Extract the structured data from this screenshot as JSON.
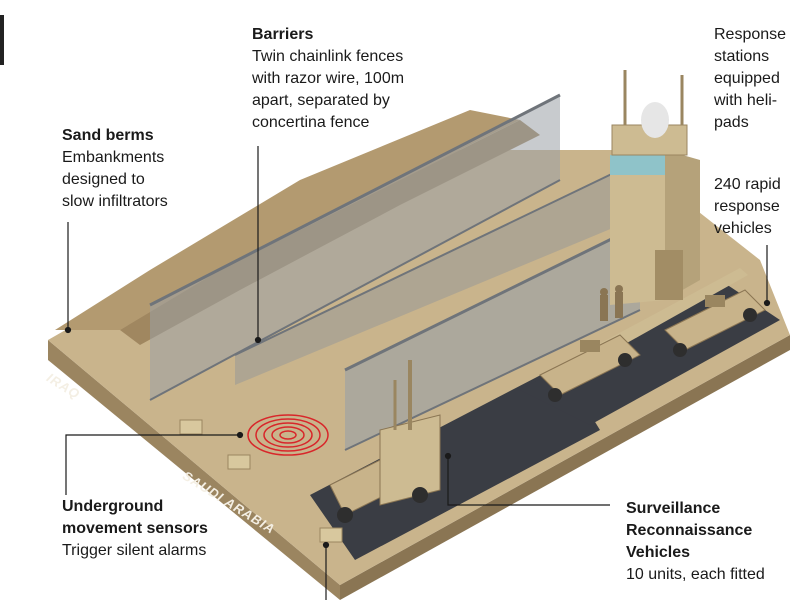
{
  "labels": {
    "barriers": {
      "heading": "Barriers",
      "body": "Twin chainlink fences\nwith razor wire, 100m\napart, separated by\nconcertina fence"
    },
    "sand_berms": {
      "heading": "Sand berms",
      "body": "Embankments\ndesigned to\nslow infiltrators"
    },
    "response_stations": {
      "body": "Response\nstations\nequipped\nwith heli-\npads"
    },
    "rapid_response": {
      "body": "240 rapid\nresponse\nvehicles"
    },
    "underground_sensors": {
      "heading": "Underground\nmovement sensors",
      "body": "Trigger silent alarms"
    },
    "surveillance_vehicles": {
      "heading": "Surveillance\nReconnaissance\nVehicles",
      "body": "10 units, each fitted"
    }
  },
  "ground": {
    "iraq": "IRAQ",
    "saudi": "SAUDI ARABIA"
  },
  "colors": {
    "sand": "#c9b48c",
    "sand_dark": "#a8916a",
    "road": "#3a3d44",
    "fence": "#8a8f96",
    "vehicle": "#c8b38a",
    "tower": "#cdbb92",
    "sensor": "#d8262a"
  }
}
